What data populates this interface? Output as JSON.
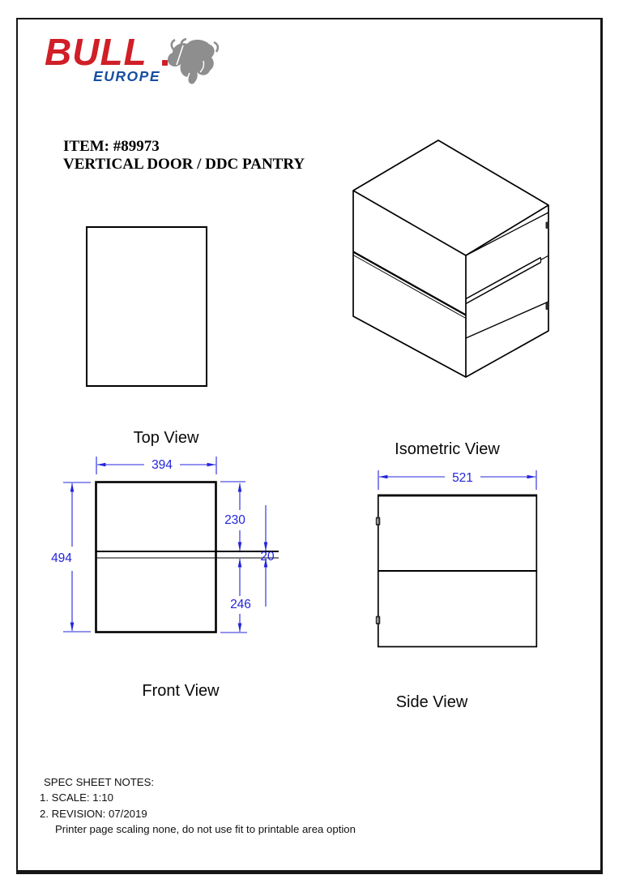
{
  "logo": {
    "brand": "BULL",
    "sub": "EUROPE"
  },
  "header": {
    "item": "ITEM: #89973",
    "name": "VERTICAL DOOR / DDC PANTRY"
  },
  "views": {
    "top": {
      "label": "Top View"
    },
    "isometric": {
      "label": "Isometric View"
    },
    "front": {
      "label": "Front View",
      "dims": {
        "width": "394",
        "height": "494",
        "top_section": "230",
        "gap": "20",
        "bottom_section": "246"
      }
    },
    "side": {
      "label": "Side View",
      "dims": {
        "width": "521"
      }
    }
  },
  "notes": {
    "title": "SPEC SHEET NOTES:",
    "scale": "1. SCALE: 1:10",
    "revision": "2. REVISION: 07/2019",
    "printer": "Printer page scaling none, do not use fit to printable area option"
  },
  "colors": {
    "dimension": "#2424dd",
    "logo_red": "#d01f27",
    "logo_blue": "#164fa0",
    "line": "#000000"
  }
}
